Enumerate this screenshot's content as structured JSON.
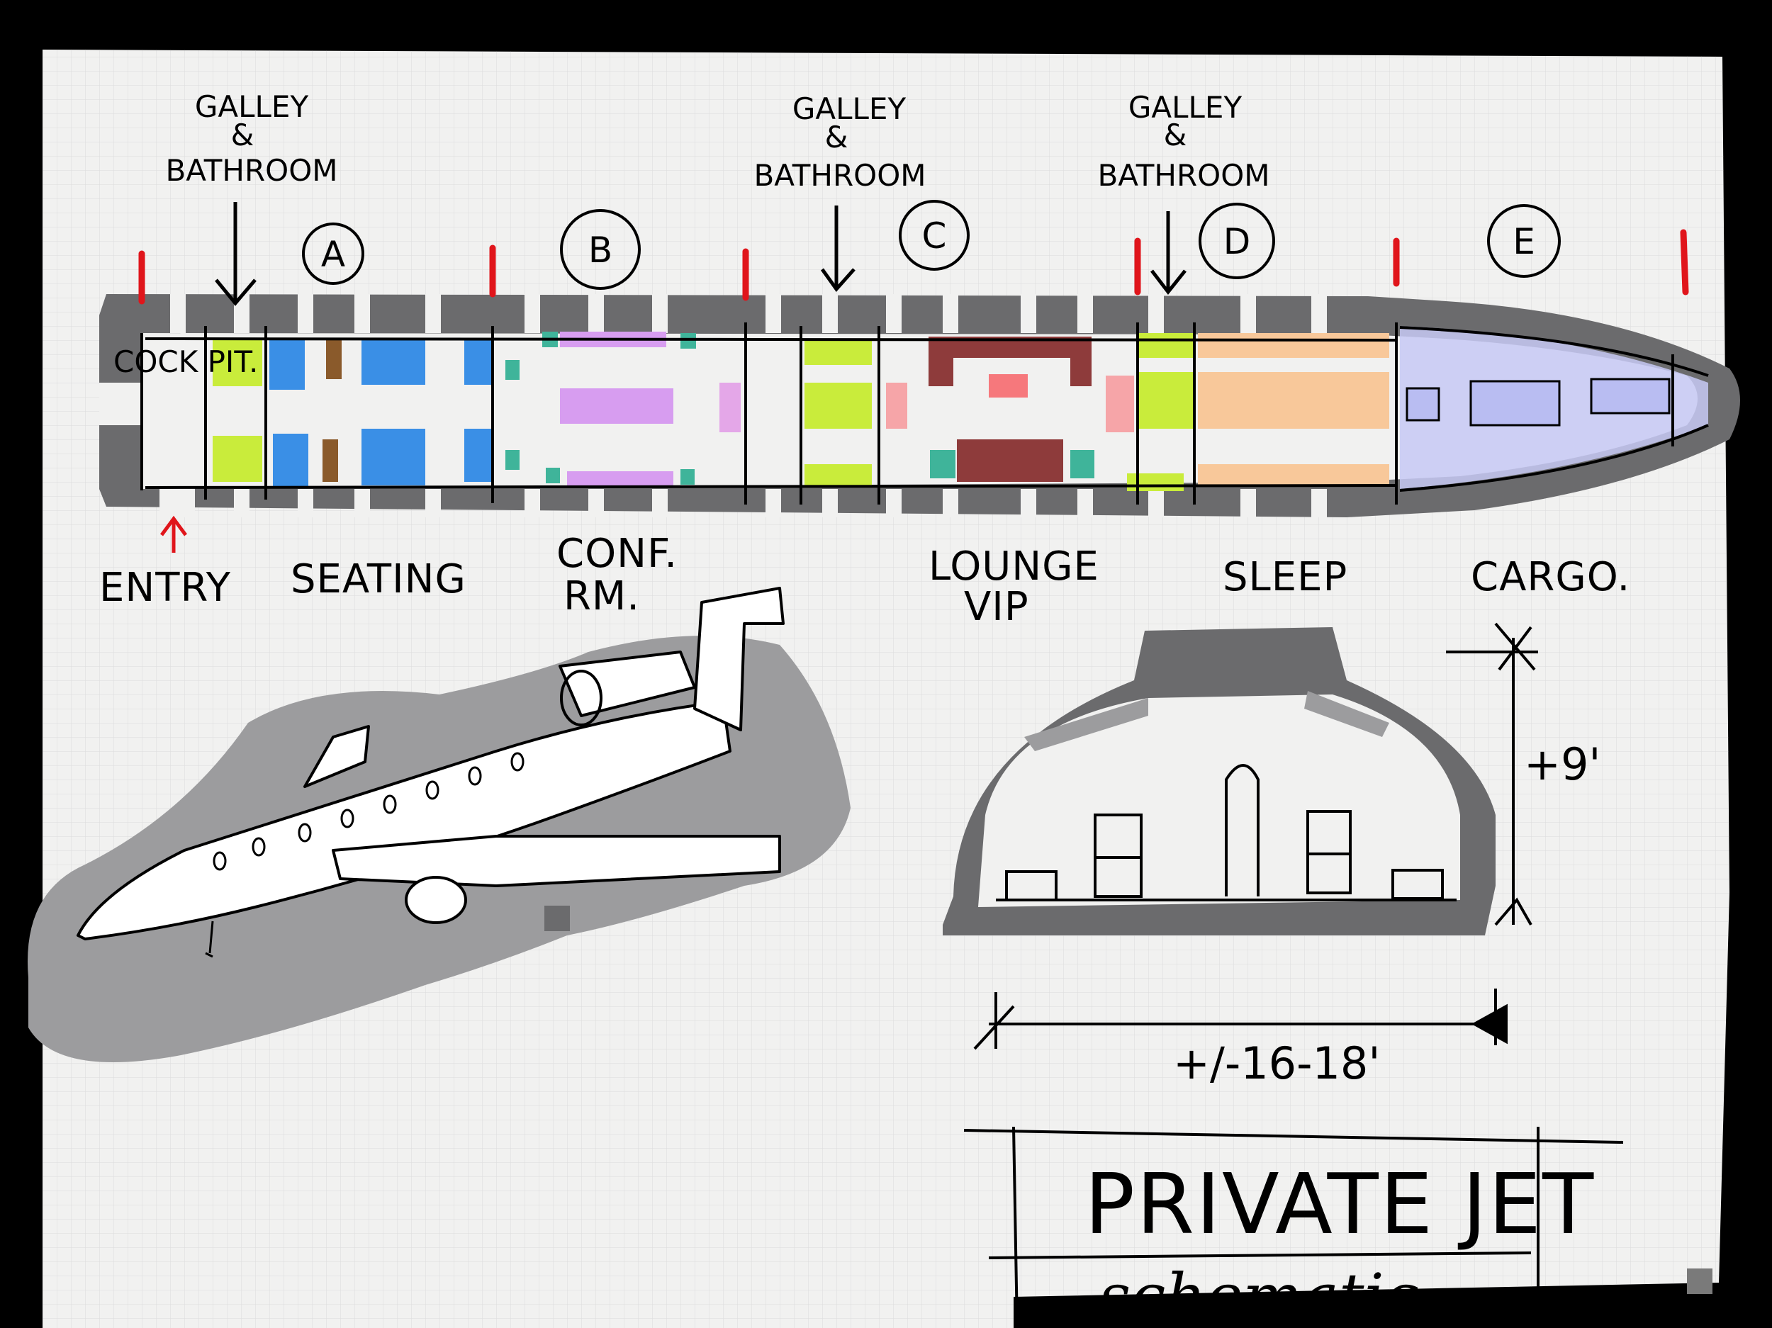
{
  "drawing": {
    "title": "PRIVATE JET",
    "subtitle": "schematic",
    "cockpit_label": "COCK PIT.",
    "galley_labels": [
      {
        "line1": "GALLEY",
        "line2": "&",
        "line3": "BATHROOM"
      },
      {
        "line1": "GALLEY",
        "line2": "&",
        "line3": "BATHROOM"
      },
      {
        "line1": "GALLEY",
        "line2": "&",
        "line3": "BATHROOM"
      }
    ],
    "zones": [
      "A",
      "B",
      "C",
      "D",
      "E"
    ],
    "area_labels": {
      "entry": "ENTRY",
      "seating": "SEATING",
      "conf_1": "CONF.",
      "conf_2": "RM.",
      "lounge_1": "LOUNGE",
      "lounge_2": "VIP",
      "sleep": "SLEEP",
      "cargo": "CARGO."
    },
    "section_height": "+9'",
    "section_width": "+/-16-18'"
  },
  "colors": {
    "paper": "#f1f1f0",
    "wall": "#6b6b6d",
    "seat_blue": "#3a8fe6",
    "galley_green": "#c9ec3b",
    "conf_purple": "#d79df0",
    "lounge_maroon": "#8e3b3b",
    "sleep_orange": "#f8c89a",
    "cargo_lavender": "#c7c9f4",
    "marker_red": "#e0151b",
    "shadow_gray": "#9c9c9e"
  }
}
